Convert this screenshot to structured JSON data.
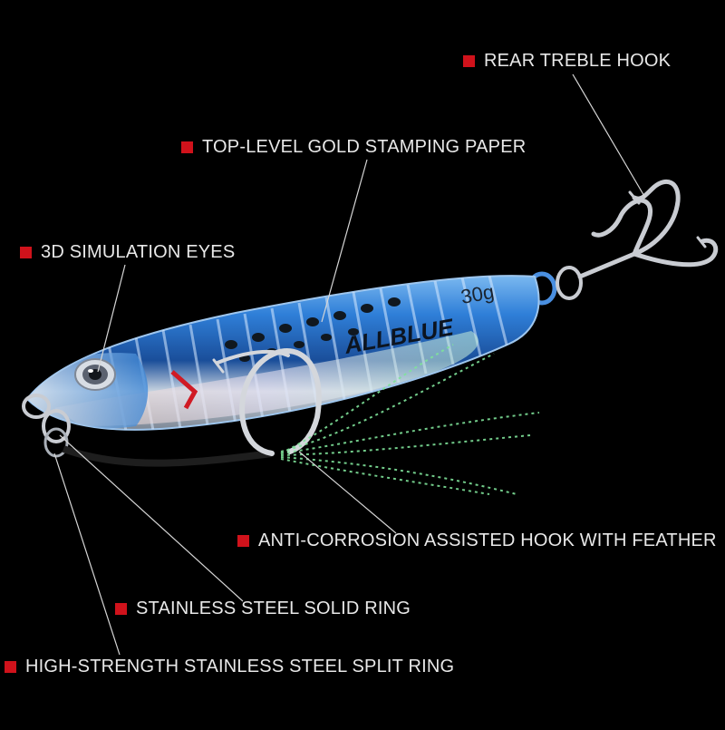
{
  "colors": {
    "background": "#000000",
    "marker": "#d0121b",
    "text": "#e8e8e8",
    "lure_blue": "#2f7fd8",
    "lure_silver": "#cfd6df",
    "hook_steel": "#c9ccd2",
    "feather_green": "#7fe39a"
  },
  "lure": {
    "brand": "ALLBLUE",
    "weight": "30g"
  },
  "callouts": {
    "rear_treble_hook": "REAR TREBLE HOOK",
    "gold_stamping": "TOP-LEVEL GOLD STAMPING PAPER",
    "eyes": "3D SIMULATION EYES",
    "assist_hook": "ANTI-CORROSION ASSISTED HOOK WITH FEATHER",
    "solid_ring": "STAINLESS STEEL SOLID RING",
    "split_ring": "HIGH-STRENGTH STAINLESS STEEL SPLIT RING"
  },
  "icons": {
    "marker": "red-square-icon"
  }
}
